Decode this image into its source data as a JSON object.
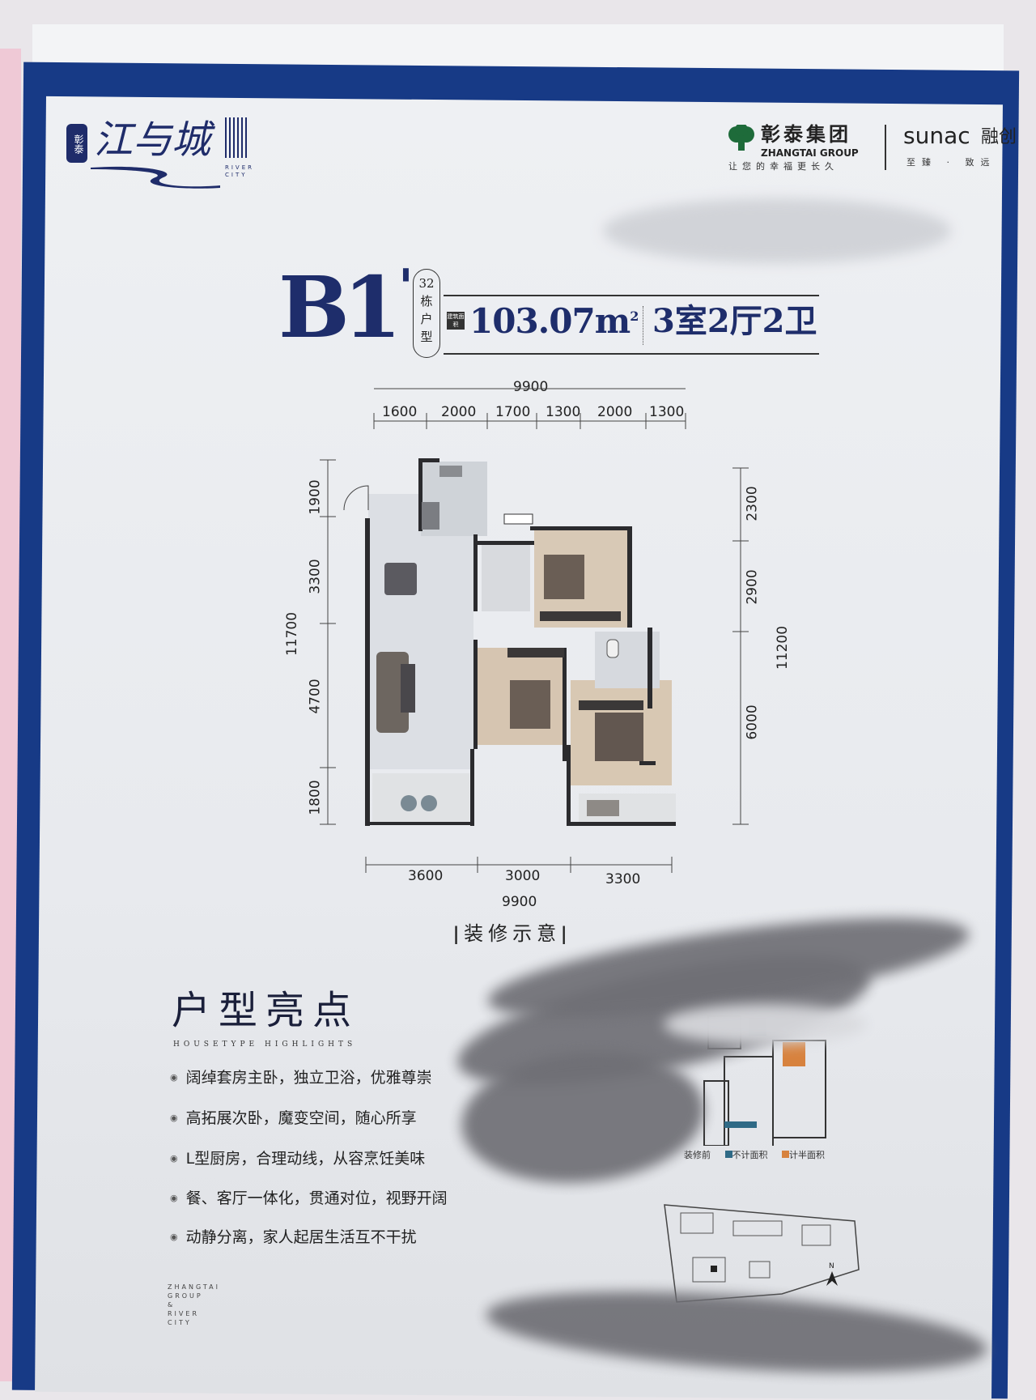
{
  "brand_left": {
    "seal": "彰泰",
    "name": "江与城",
    "en": "RIVER CITY"
  },
  "brand_right": {
    "zhangtai_cn": "彰泰集团",
    "zhangtai_en": "ZHANGTAI GROUP",
    "zhangtai_slogan": "让您的幸福更长久",
    "sunac_en": "sunac",
    "sunac_cn": "融创",
    "sunac_slogan": "至臻 · 致远"
  },
  "unit": {
    "code": "B1",
    "prime": "'",
    "building": [
      "32",
      "栋",
      "户",
      "型"
    ],
    "area_tag": "建筑面积",
    "area": "103.07m",
    "area_sup": "2",
    "layout": "3室2厅2卫"
  },
  "dims": {
    "top_total": "9900",
    "top": [
      "1600",
      "2000",
      "1700",
      "1300",
      "2000",
      "1300"
    ],
    "left_total": "11700",
    "left": [
      "1900",
      "3300",
      "4700",
      "1800"
    ],
    "right_total": "11200",
    "right": [
      "2300",
      "2900",
      "6000"
    ],
    "bottom": [
      "3600",
      "3000",
      "3300"
    ],
    "bottom_total": "9900"
  },
  "caption": "装修示意",
  "highlights": {
    "title": "户型亮点",
    "subtitle": "HOUSETYPE HIGHLIGHTS",
    "items": [
      "阔绰套房主卧，独立卫浴，优雅尊崇",
      "高拓展次卧，魔变空间，随心所享",
      "L型厨房，合理动线，从容烹饪美味",
      "餐、客厅一体化，贯通对位，视野开阔",
      "动静分离，家人起居生活互不干扰"
    ]
  },
  "keyplan": {
    "label": "装修前",
    "legend": [
      {
        "label": "不计面积",
        "color": "#2f6a86"
      },
      {
        "label": "计半面积",
        "color": "#d7823e"
      }
    ]
  },
  "footer": [
    "ZHANGTAI",
    "GROUP",
    "&",
    "RIVER",
    "CITY"
  ],
  "compass": "N"
}
